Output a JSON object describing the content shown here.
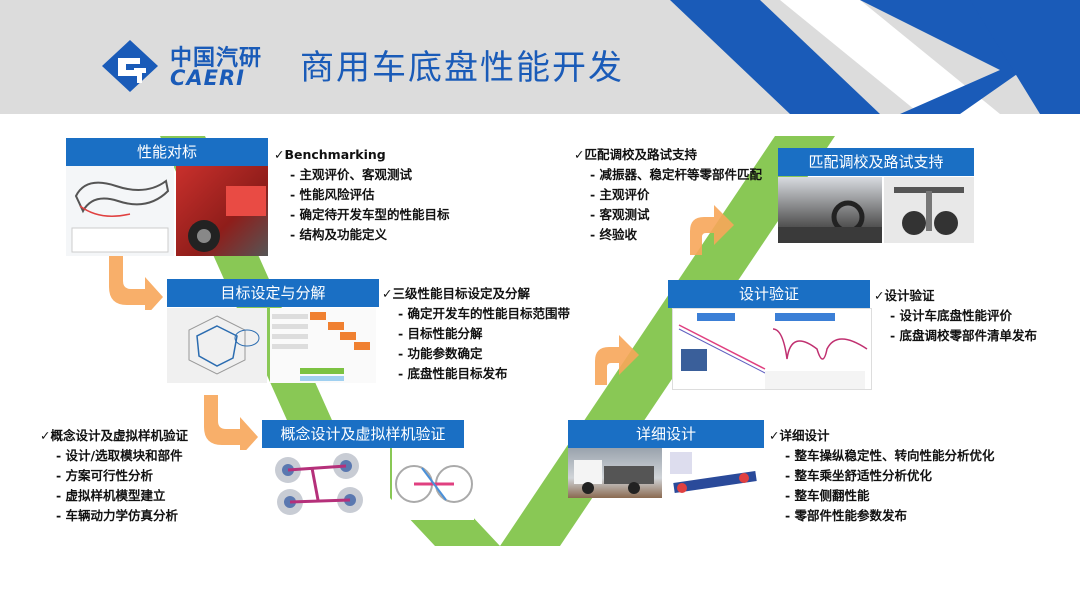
{
  "header": {
    "logo_cn": "中国汽研",
    "logo_en": "CAERI",
    "title": "商用车底盘性能开发"
  },
  "colors": {
    "brand_blue": "#1a5bb8",
    "stage_blue": "#1a6fc4",
    "green": "#7cc242",
    "orange": "#f5a04a"
  },
  "stages": {
    "benchmark": "性能对标",
    "target": "目标设定与分解",
    "concept": "概念设计及虚拟样机验证",
    "detail": "详细设计",
    "validation": "设计验证",
    "tuning": "匹配调校及路试支持"
  },
  "lists": {
    "benchmark": {
      "head": "✓Benchmarking",
      "items": [
        "- 主观评价、客观测试",
        "- 性能风险评估",
        "- 确定待开发车型的性能目标",
        "- 结构及功能定义"
      ]
    },
    "target": {
      "head": "✓三级性能目标设定及分解",
      "items": [
        "- 确定开发车的性能目标范围带",
        "- 目标性能分解",
        "- 功能参数确定",
        "- 底盘性能目标发布"
      ]
    },
    "concept": {
      "head": "✓概念设计及虚拟样机验证",
      "items": [
        "- 设计/选取模块和部件",
        "- 方案可行性分析",
        "- 虚拟样机模型建立",
        "- 车辆动力学仿真分析"
      ]
    },
    "detail": {
      "head": "✓详细设计",
      "items": [
        "- 整车操纵稳定性、转向性能分析优化",
        "- 整车乘坐舒适性分析优化",
        "- 整车侧翻性能",
        "- 零部件性能参数发布"
      ]
    },
    "validation": {
      "head": "✓设计验证",
      "items": [
        "- 设计车底盘性能评价",
        "- 底盘调校零部件清单发布"
      ]
    },
    "tuning": {
      "head": "✓匹配调校及路试支持",
      "items": [
        "- 减振器、稳定杆等零部件匹配",
        "- 主观评价",
        "- 客观测试",
        "- 终验收"
      ]
    }
  }
}
